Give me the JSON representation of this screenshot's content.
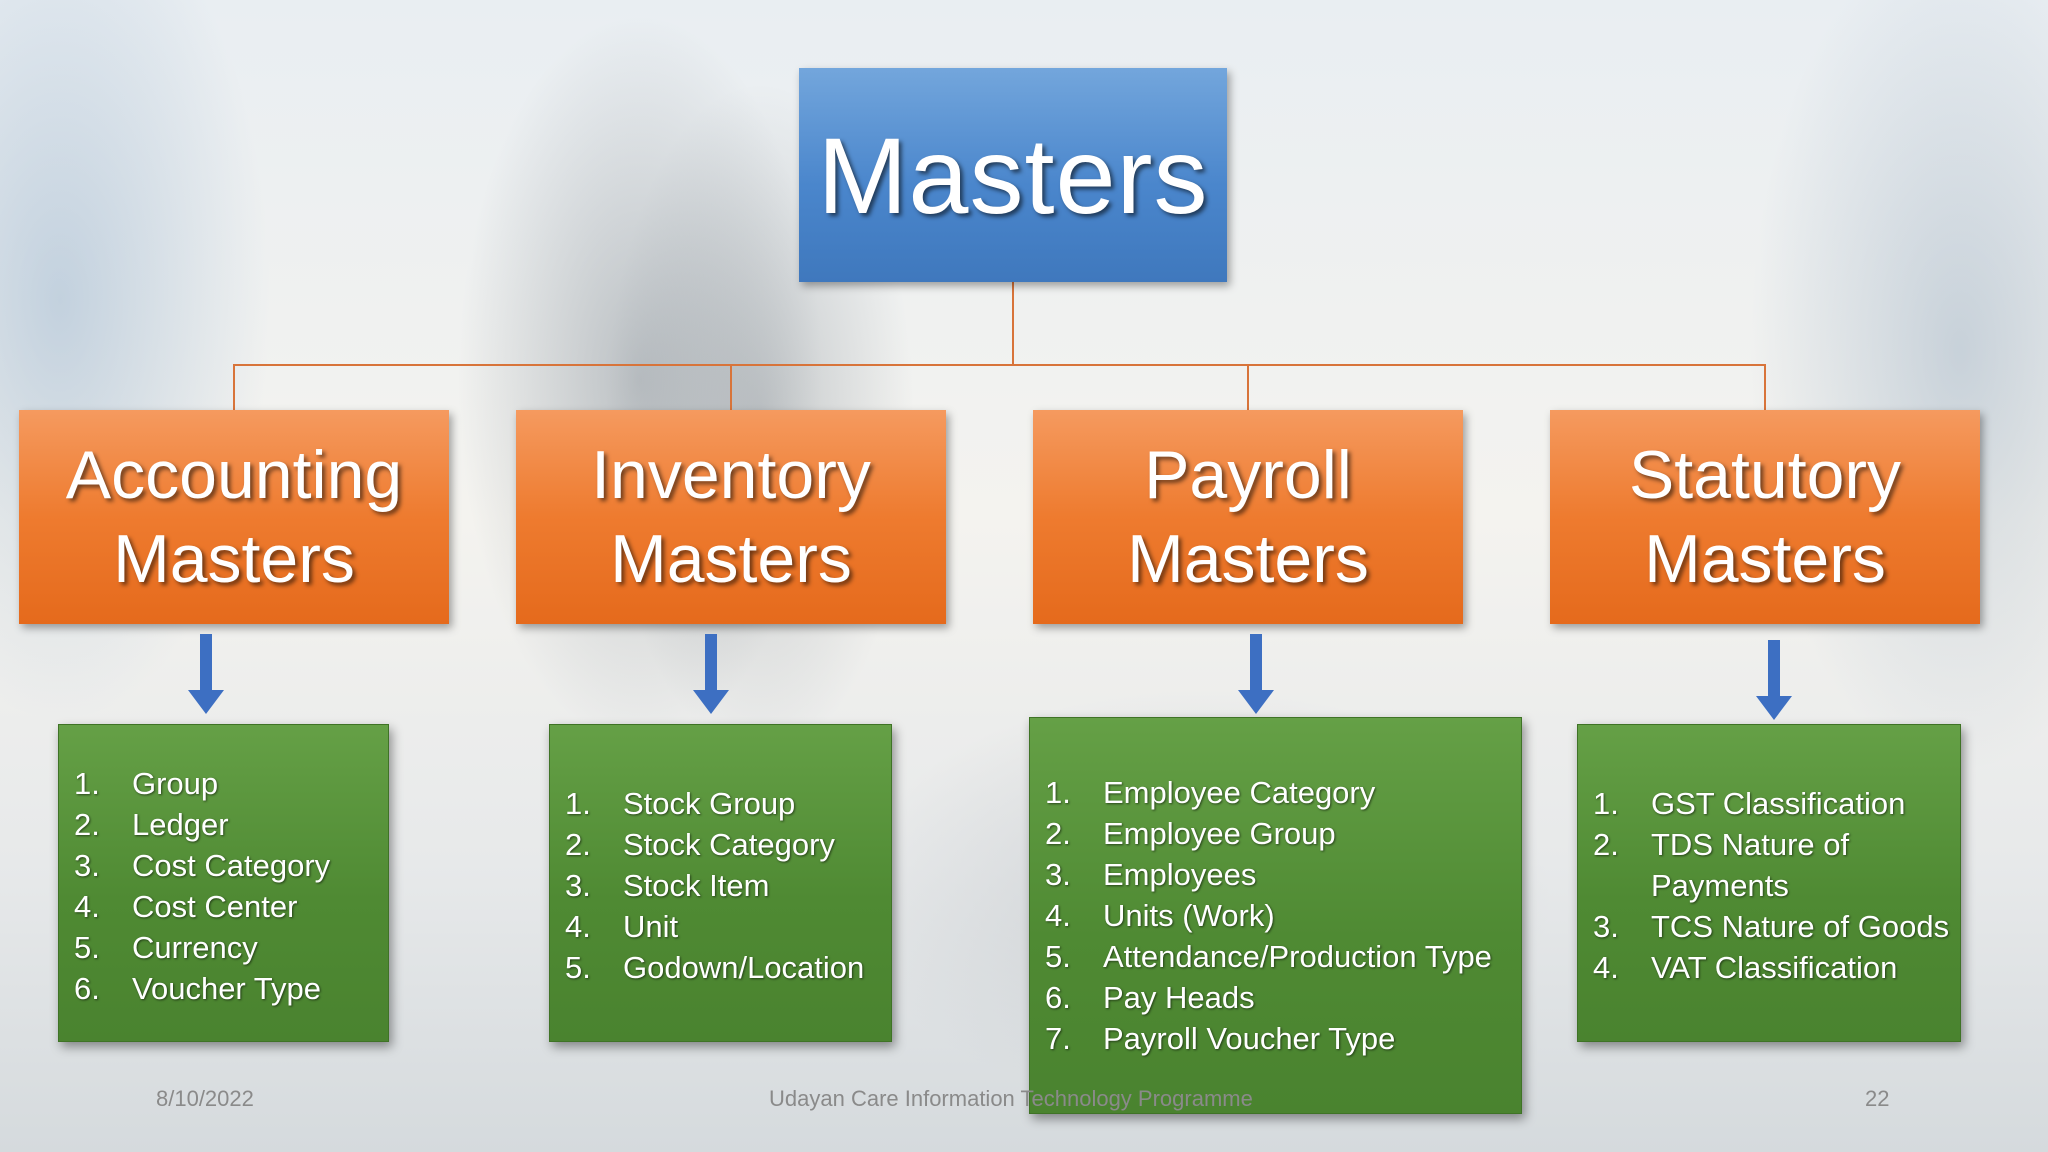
{
  "title": "Masters",
  "categories": [
    {
      "line1": "Accounting",
      "line2": "Masters",
      "items": [
        "Group",
        "Ledger",
        "Cost Category",
        "Cost Center",
        "Currency",
        "Voucher Type"
      ]
    },
    {
      "line1": "Inventory",
      "line2": "Masters",
      "items": [
        "Stock Group",
        "Stock Category",
        "Stock Item",
        "Unit",
        "Godown/Location"
      ]
    },
    {
      "line1": "Payroll",
      "line2": "Masters",
      "items": [
        "Employee Category",
        "Employee Group",
        "Employees",
        "Units (Work)",
        "Attendance/Production Type",
        "Pay Heads",
        "Payroll Voucher Type"
      ]
    },
    {
      "line1": "Statutory",
      "line2": "Masters",
      "items": [
        "GST Classification",
        "TDS Nature of Payments",
        "TCS Nature of Goods",
        "VAT Classification"
      ]
    }
  ],
  "footer": {
    "date": "8/10/2022",
    "center": "Udayan Care Information Technology Programme",
    "page": "22"
  },
  "colors": {
    "title_box": "#4a86cc",
    "category_box": "#ee7b2f",
    "list_box": "#4f8a33",
    "connector": "#d8743a",
    "arrow": "#3d6fc2"
  }
}
